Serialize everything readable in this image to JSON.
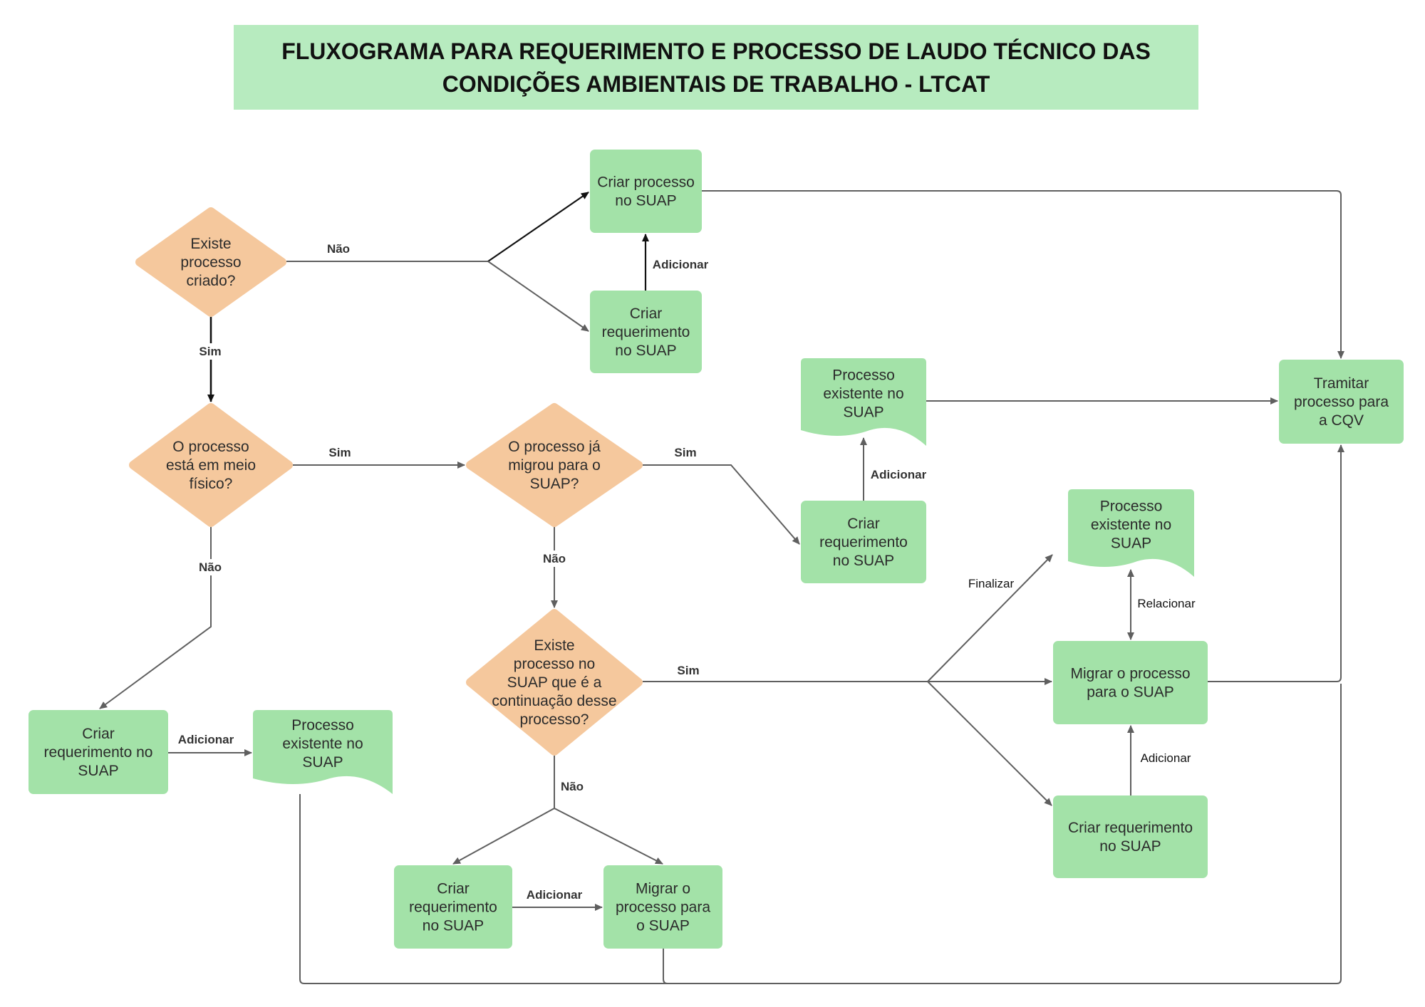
{
  "title": "FLUXOGRAMA PARA REQUERIMENTO E PROCESSO DE LAUDO TÉCNICO DAS\nCONDIÇÕES AMBIENTAIS DE TRABALHO - LTCAT",
  "colors": {
    "process_fill": "#a3e2a8",
    "decision_fill": "#f5c89d",
    "title_fill": "#b7ebbf",
    "edge": "#5f5f5f",
    "edge_dark": "#111111"
  },
  "nodes": {
    "d_existe_processo": {
      "type": "decision",
      "lines": [
        "Existe",
        "processo",
        "criado?"
      ]
    },
    "criar_processo": {
      "type": "process",
      "lines": [
        "Criar processo",
        "no SUAP"
      ]
    },
    "criar_req_top": {
      "type": "process",
      "lines": [
        "Criar",
        "requerimento",
        "no SUAP"
      ]
    },
    "d_meio_fisico": {
      "type": "decision",
      "lines": [
        "O processo",
        "está em meio",
        "físico?"
      ]
    },
    "d_migrou": {
      "type": "decision",
      "lines": [
        "O processo já",
        "migrou para o",
        "SUAP?"
      ]
    },
    "doc_existente_mid": {
      "type": "document",
      "lines": [
        "Processo",
        "existente no",
        "SUAP"
      ]
    },
    "criar_req_mid": {
      "type": "process",
      "lines": [
        "Criar",
        "requerimento",
        "no SUAP"
      ]
    },
    "tramitar": {
      "type": "process",
      "lines": [
        "Tramitar",
        "processo para",
        "a CQV"
      ]
    },
    "d_continuacao": {
      "type": "decision",
      "lines": [
        "Existe",
        "processo no",
        "SUAP que é a",
        "continuação desse",
        "processo?"
      ]
    },
    "doc_existente_right": {
      "type": "document",
      "lines": [
        "Processo",
        "existente no",
        "SUAP"
      ]
    },
    "migrar_right": {
      "type": "process",
      "lines": [
        "Migrar o processo",
        "para o SUAP"
      ]
    },
    "criar_req_right": {
      "type": "process",
      "lines": [
        "Criar requerimento",
        "no SUAP"
      ]
    },
    "criar_req_left": {
      "type": "process",
      "lines": [
        "Criar",
        "requerimento no",
        "SUAP"
      ]
    },
    "doc_existente_left": {
      "type": "document",
      "lines": [
        "Processo",
        "existente no",
        "SUAP"
      ]
    },
    "criar_req_bottom": {
      "type": "process",
      "lines": [
        "Criar",
        "requerimento",
        "no SUAP"
      ]
    },
    "migrar_bottom": {
      "type": "process",
      "lines": [
        "Migrar o",
        "processo para",
        "o SUAP"
      ]
    }
  },
  "edge_labels": {
    "nao_1": "Não",
    "sim_1": "Sim",
    "adicionar_top": "Adicionar",
    "sim_2": "Sim",
    "nao_2": "Não",
    "sim_3": "Sim",
    "adicionar_mid": "Adicionar",
    "nao_3": "Não",
    "sim_4": "Sim",
    "nao_4": "Não",
    "adicionar_left": "Adicionar",
    "adicionar_bottom": "Adicionar",
    "finalizar": "Finalizar",
    "relacionar": "Relacionar",
    "adicionar_right": "Adicionar"
  }
}
